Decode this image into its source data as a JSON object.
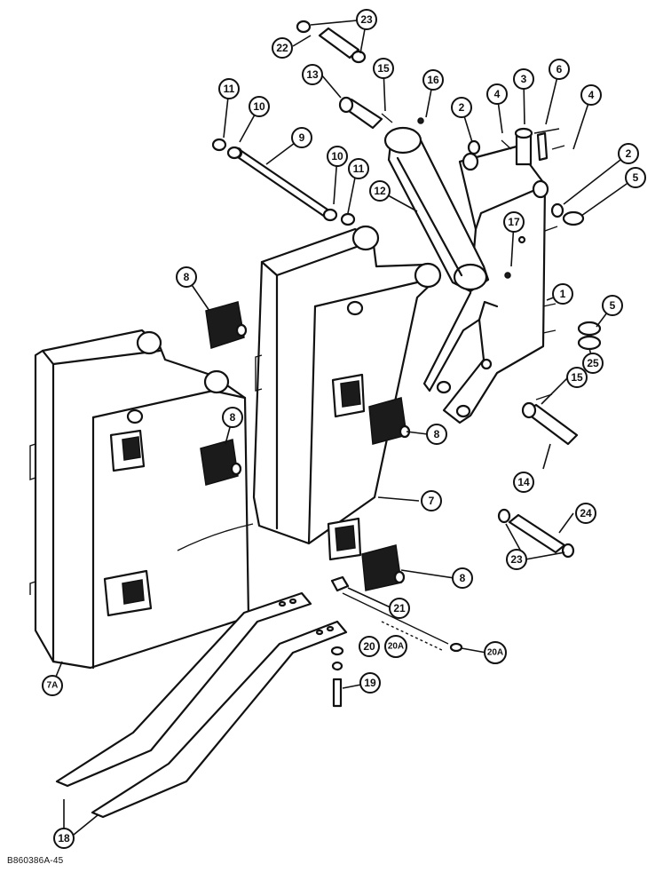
{
  "diagram": {
    "figure_id": "B860386A-45",
    "labels": {
      "l1": "1",
      "l2a": "2",
      "l2b": "2",
      "l3": "3",
      "l4a": "4",
      "l4b": "4",
      "l5a": "5",
      "l5b": "5",
      "l6": "6",
      "l7": "7",
      "l7a": "7A",
      "l8a": "8",
      "l8b": "8",
      "l8c": "8",
      "l8d": "8",
      "l9": "9",
      "l10a": "10",
      "l10b": "10",
      "l11a": "11",
      "l11b": "11",
      "l12": "12",
      "l13": "13",
      "l14": "14",
      "l15a": "15",
      "l15b": "15",
      "l16": "16",
      "l17": "17",
      "l18": "18",
      "l19": "19",
      "l20": "20",
      "l20a1": "20A",
      "l20a2": "20A",
      "l21": "21",
      "l22": "22",
      "l23a": "23",
      "l23b": "23",
      "l24": "24",
      "l25": "25"
    }
  }
}
